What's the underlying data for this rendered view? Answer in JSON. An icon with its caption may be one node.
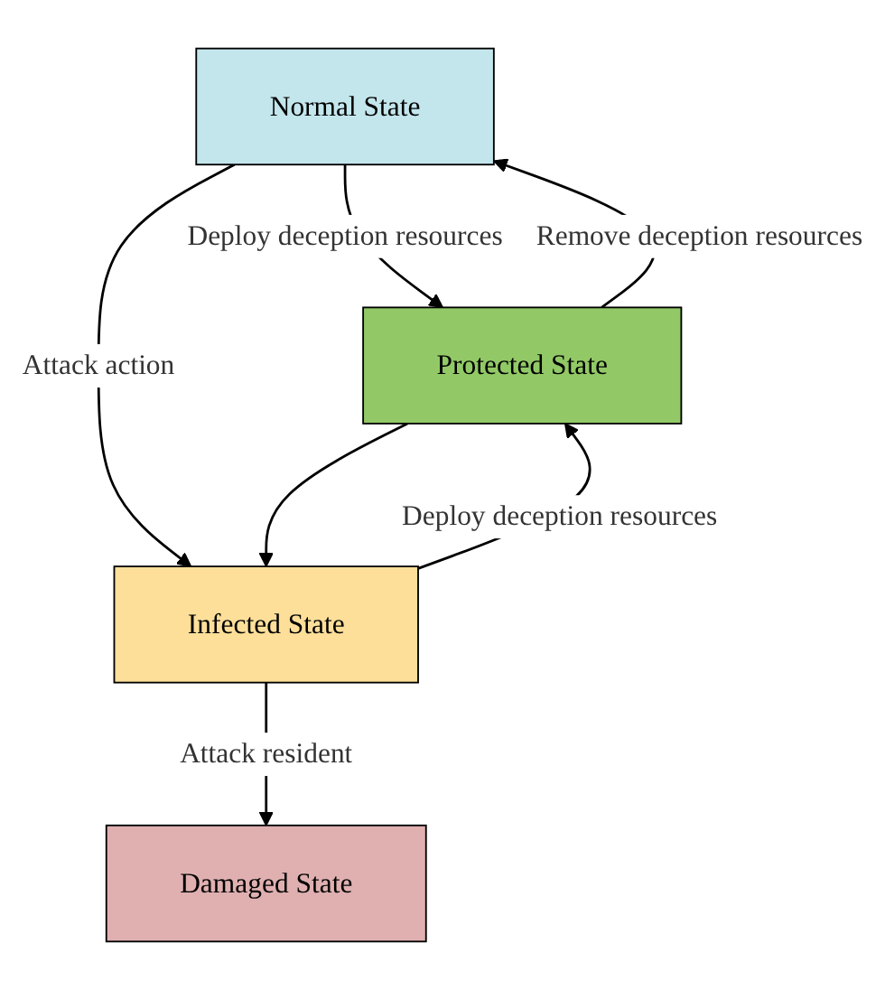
{
  "diagram": {
    "nodes": [
      {
        "text": [
          "Normal State"
        ]
      },
      {
        "text": [
          "Protected State"
        ]
      },
      {
        "text": [
          "Infected State"
        ]
      },
      {
        "text": [
          "Damaged State"
        ]
      }
    ],
    "edges": [
      {
        "from": 0,
        "to": 1,
        "arrow": "to",
        "label": "Deploy deception resources"
      },
      {
        "from": 1,
        "to": 0,
        "arrow": "to",
        "label": "Remove deception resources"
      },
      {
        "from": 0,
        "to": 2,
        "arrow": "to",
        "label": "Attack action"
      },
      {
        "from": 1,
        "to": 2,
        "arrow": "to"
      },
      {
        "from": 2,
        "to": 1,
        "arrow": "to",
        "label": "Deploy deception resources"
      },
      {
        "from": 2,
        "to": 3,
        "arrow": "to",
        "label": "Attack resident"
      }
    ]
  }
}
